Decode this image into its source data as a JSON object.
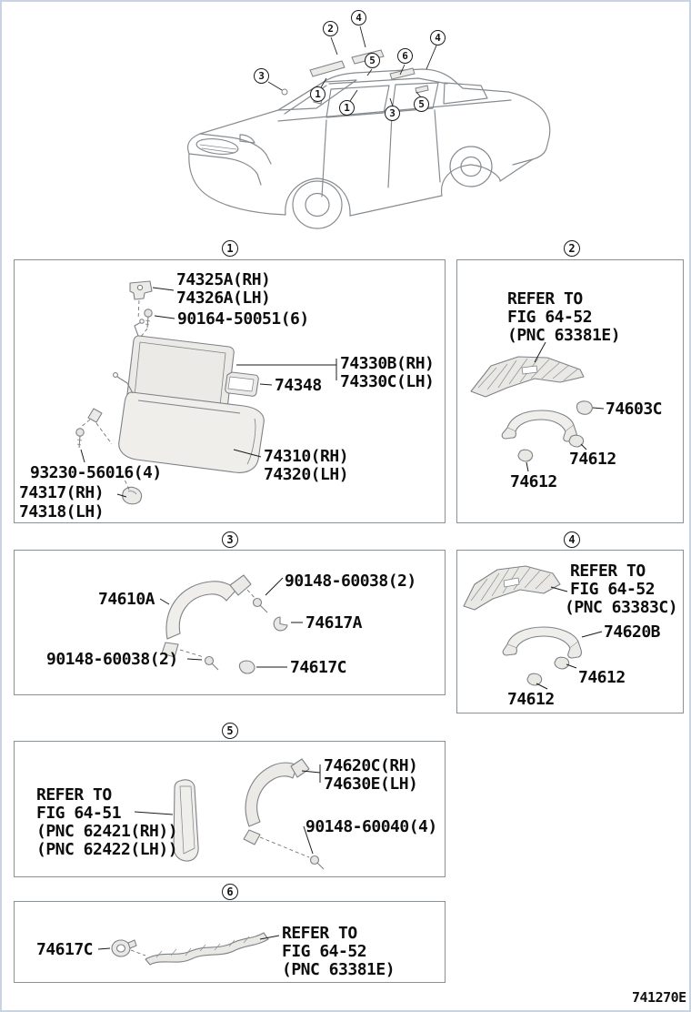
{
  "page": {
    "doc_code": "741270E"
  },
  "vehicle": {
    "markers": {
      "m2a": "2",
      "m4a": "4",
      "m3a": "3",
      "m5a": "5",
      "m6a": "6",
      "m4b": "4",
      "m1a": "1",
      "m1b": "1",
      "m3b": "3",
      "m5b": "5"
    }
  },
  "sections": {
    "s1": {
      "number": "1",
      "parts": {
        "l1": "74325A(RH)",
        "l2": "74326A(LH)",
        "l3": "90164-50051(6)",
        "l4": "74330B(RH)",
        "l5": "74330C(LH)",
        "l6": "74348",
        "l7": "74310(RH)",
        "l8": "74320(LH)",
        "l9": "93230-56016(4)",
        "l10": "74317(RH)",
        "l11": "74318(LH)"
      }
    },
    "s2": {
      "number": "2",
      "refer": {
        "r1": "REFER TO",
        "r2": "FIG 64-52",
        "r3": "(PNC 63381E)"
      },
      "parts": {
        "l1": "74603C",
        "l2": "74612",
        "l3": "74612"
      }
    },
    "s3": {
      "number": "3",
      "parts": {
        "l1": "90148-60038(2)",
        "l2": "74610A",
        "l3": "74617A",
        "l4": "90148-60038(2)",
        "l5": "74617C"
      }
    },
    "s4": {
      "number": "4",
      "refer": {
        "r1": "REFER TO",
        "r2": "FIG 64-52",
        "r3": "(PNC 63383C)"
      },
      "parts": {
        "l1": "74620B",
        "l2": "74612",
        "l3": "74612"
      }
    },
    "s5": {
      "number": "5",
      "parts": {
        "l1": "74620C(RH)",
        "l2": "74630E(LH)",
        "l3": "90148-60040(4)"
      },
      "refer": {
        "r1": "REFER TO",
        "r2": "FIG 64-51",
        "r3": "(PNC 62421(RH))",
        "r4": "(PNC 62422(LH))"
      }
    },
    "s6": {
      "number": "6",
      "parts": {
        "l1": "74617C"
      },
      "refer": {
        "r1": "REFER TO",
        "r2": "FIG 64-52",
        "r3": "(PNC 63381E)"
      }
    }
  }
}
